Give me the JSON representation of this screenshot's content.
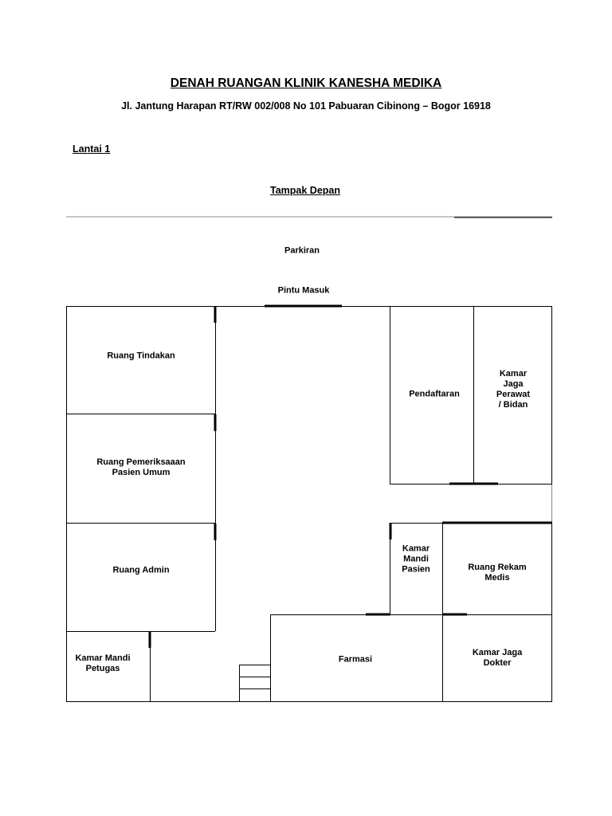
{
  "header": {
    "title": "DENAH RUANGAN KLINIK KANESHA MEDIKA",
    "address": "Jl. Jantung Harapan RT/RW 002/008 No 101 Pabuaran Cibinong – Bogor 16918",
    "floor": "Lantai 1",
    "view": "Tampak Depan"
  },
  "plan": {
    "parking": "Parkiran",
    "entrance": "Pintu Masuk",
    "rooms": {
      "ruang_tindakan": "Ruang Tindakan",
      "ruang_pemeriksaan": "Ruang Pemeriksaaan\nPasien Umum",
      "ruang_admin": "Ruang Admin",
      "kamar_mandi_petugas": "Kamar Mandi\nPetugas",
      "pendaftaran": "Pendaftaran",
      "kamar_jaga_perawat": "Kamar\nJaga\nPerawat\n/ Bidan",
      "kamar_mandi_pasien": "Kamar\nMandi\nPasien",
      "ruang_rekam_medis": "Ruang Rekam\nMedis",
      "farmasi": "Farmasi",
      "kamar_jaga_dokter": "Kamar Jaga\nDokter"
    }
  }
}
